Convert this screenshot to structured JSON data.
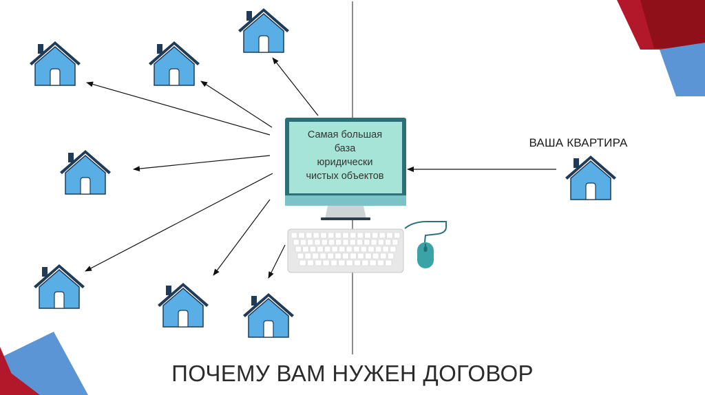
{
  "colors": {
    "house_fill": "#5aaee6",
    "house_outline": "#1f3b57",
    "monitor_frame": "#2b6f79",
    "monitor_screen": "#a5e4d6",
    "monitor_stand": "#d9d9d9",
    "keyboard": "#e6e6e6",
    "mouse": "#3aa3a8",
    "accent_red": "#a11320",
    "accent_blue": "#5b95d5",
    "arrow": "#111111",
    "axis_line": "#444444"
  },
  "monitor": {
    "line1": "Самая большая",
    "line2": "база",
    "line3": "юридически",
    "line4": "чистых объектов"
  },
  "apartment_label": "ВАША КВАРТИРА",
  "title": "ПОЧЕМУ ВАМ НУЖЕН ДОГОВОР",
  "icons": {
    "house": "house-icon",
    "monitor": "monitor-icon",
    "keyboard": "keyboard-icon",
    "mouse": "mouse-icon"
  }
}
